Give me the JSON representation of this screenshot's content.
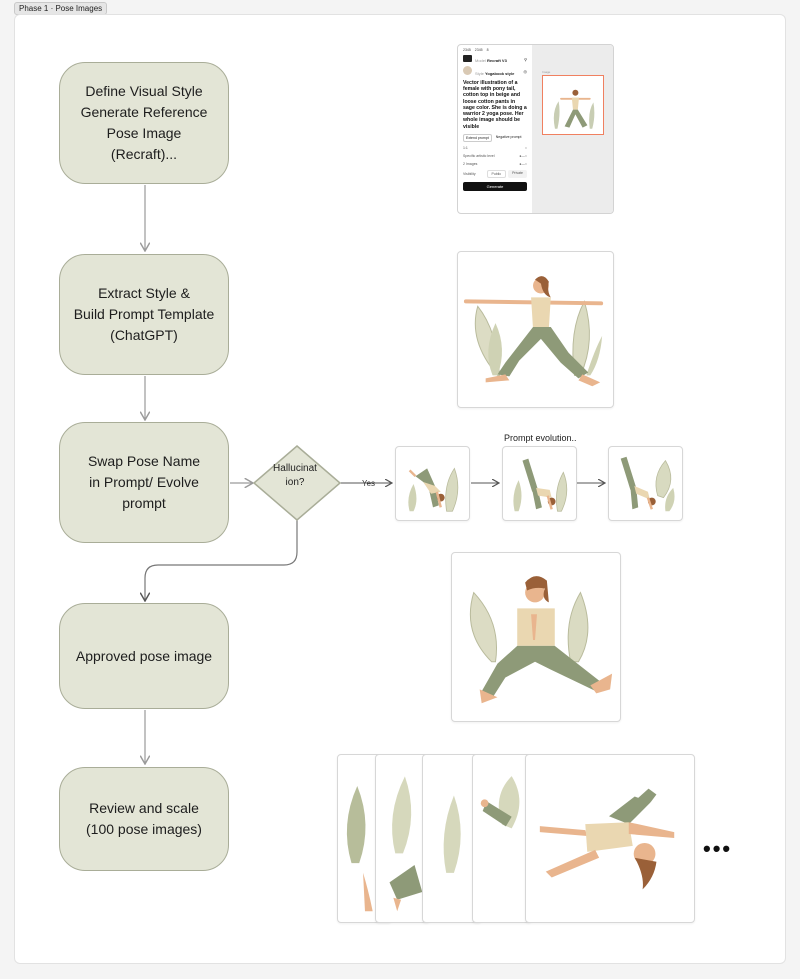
{
  "frame": {
    "label": "Phase 1 · Pose Images"
  },
  "steps": [
    {
      "label": "Define Visual Style\nGenerate Reference\nPose Image\n(Recraft)..."
    },
    {
      "label": "Extract Style &\nBuild Prompt Template\n(ChatGPT)"
    },
    {
      "label": "Swap Pose Name\nin Prompt/ Evolve\nprompt"
    },
    {
      "label": "Approved pose image"
    },
    {
      "label": "Review and scale\n(100 pose images)"
    }
  ],
  "decision": {
    "label": "Hallucinat\nion?"
  },
  "edges": {
    "yes_label": "Yes"
  },
  "captions": {
    "prompt_evolution": "Prompt evolution.."
  },
  "ellipsis": "•••",
  "recraft_ui": {
    "credits": [
      "2345",
      "2345",
      "8"
    ],
    "model_caption": "Model",
    "model_value": "Recraft V3",
    "style_caption": "Style",
    "style_value": "Yogabook style",
    "prompt": "Vector illustration of a female with pony tail, cotton top in beige and loose cotton pants in sage color. She is doing a warrior 2 yoga pose. Her whole image should be visible",
    "extend_prompt": "Extend prompt",
    "negative_prompt": "Negative prompt",
    "ratio": "1:1",
    "specific_artistic_level": "Specific artistic level",
    "images_count": "2 Images",
    "visibility_label": "Visibility",
    "visibility_public": "Public",
    "visibility_private": "Private",
    "generate": "Generate",
    "canvas_label": "Image"
  },
  "colors": {
    "step_fill": "#e3e5d6",
    "step_border": "#a9ad98",
    "arrow": "#9a9a9a",
    "sage": "#8e9a78",
    "beige": "#ead7b1",
    "skin": "#e9b58e",
    "hair": "#9a6038"
  }
}
